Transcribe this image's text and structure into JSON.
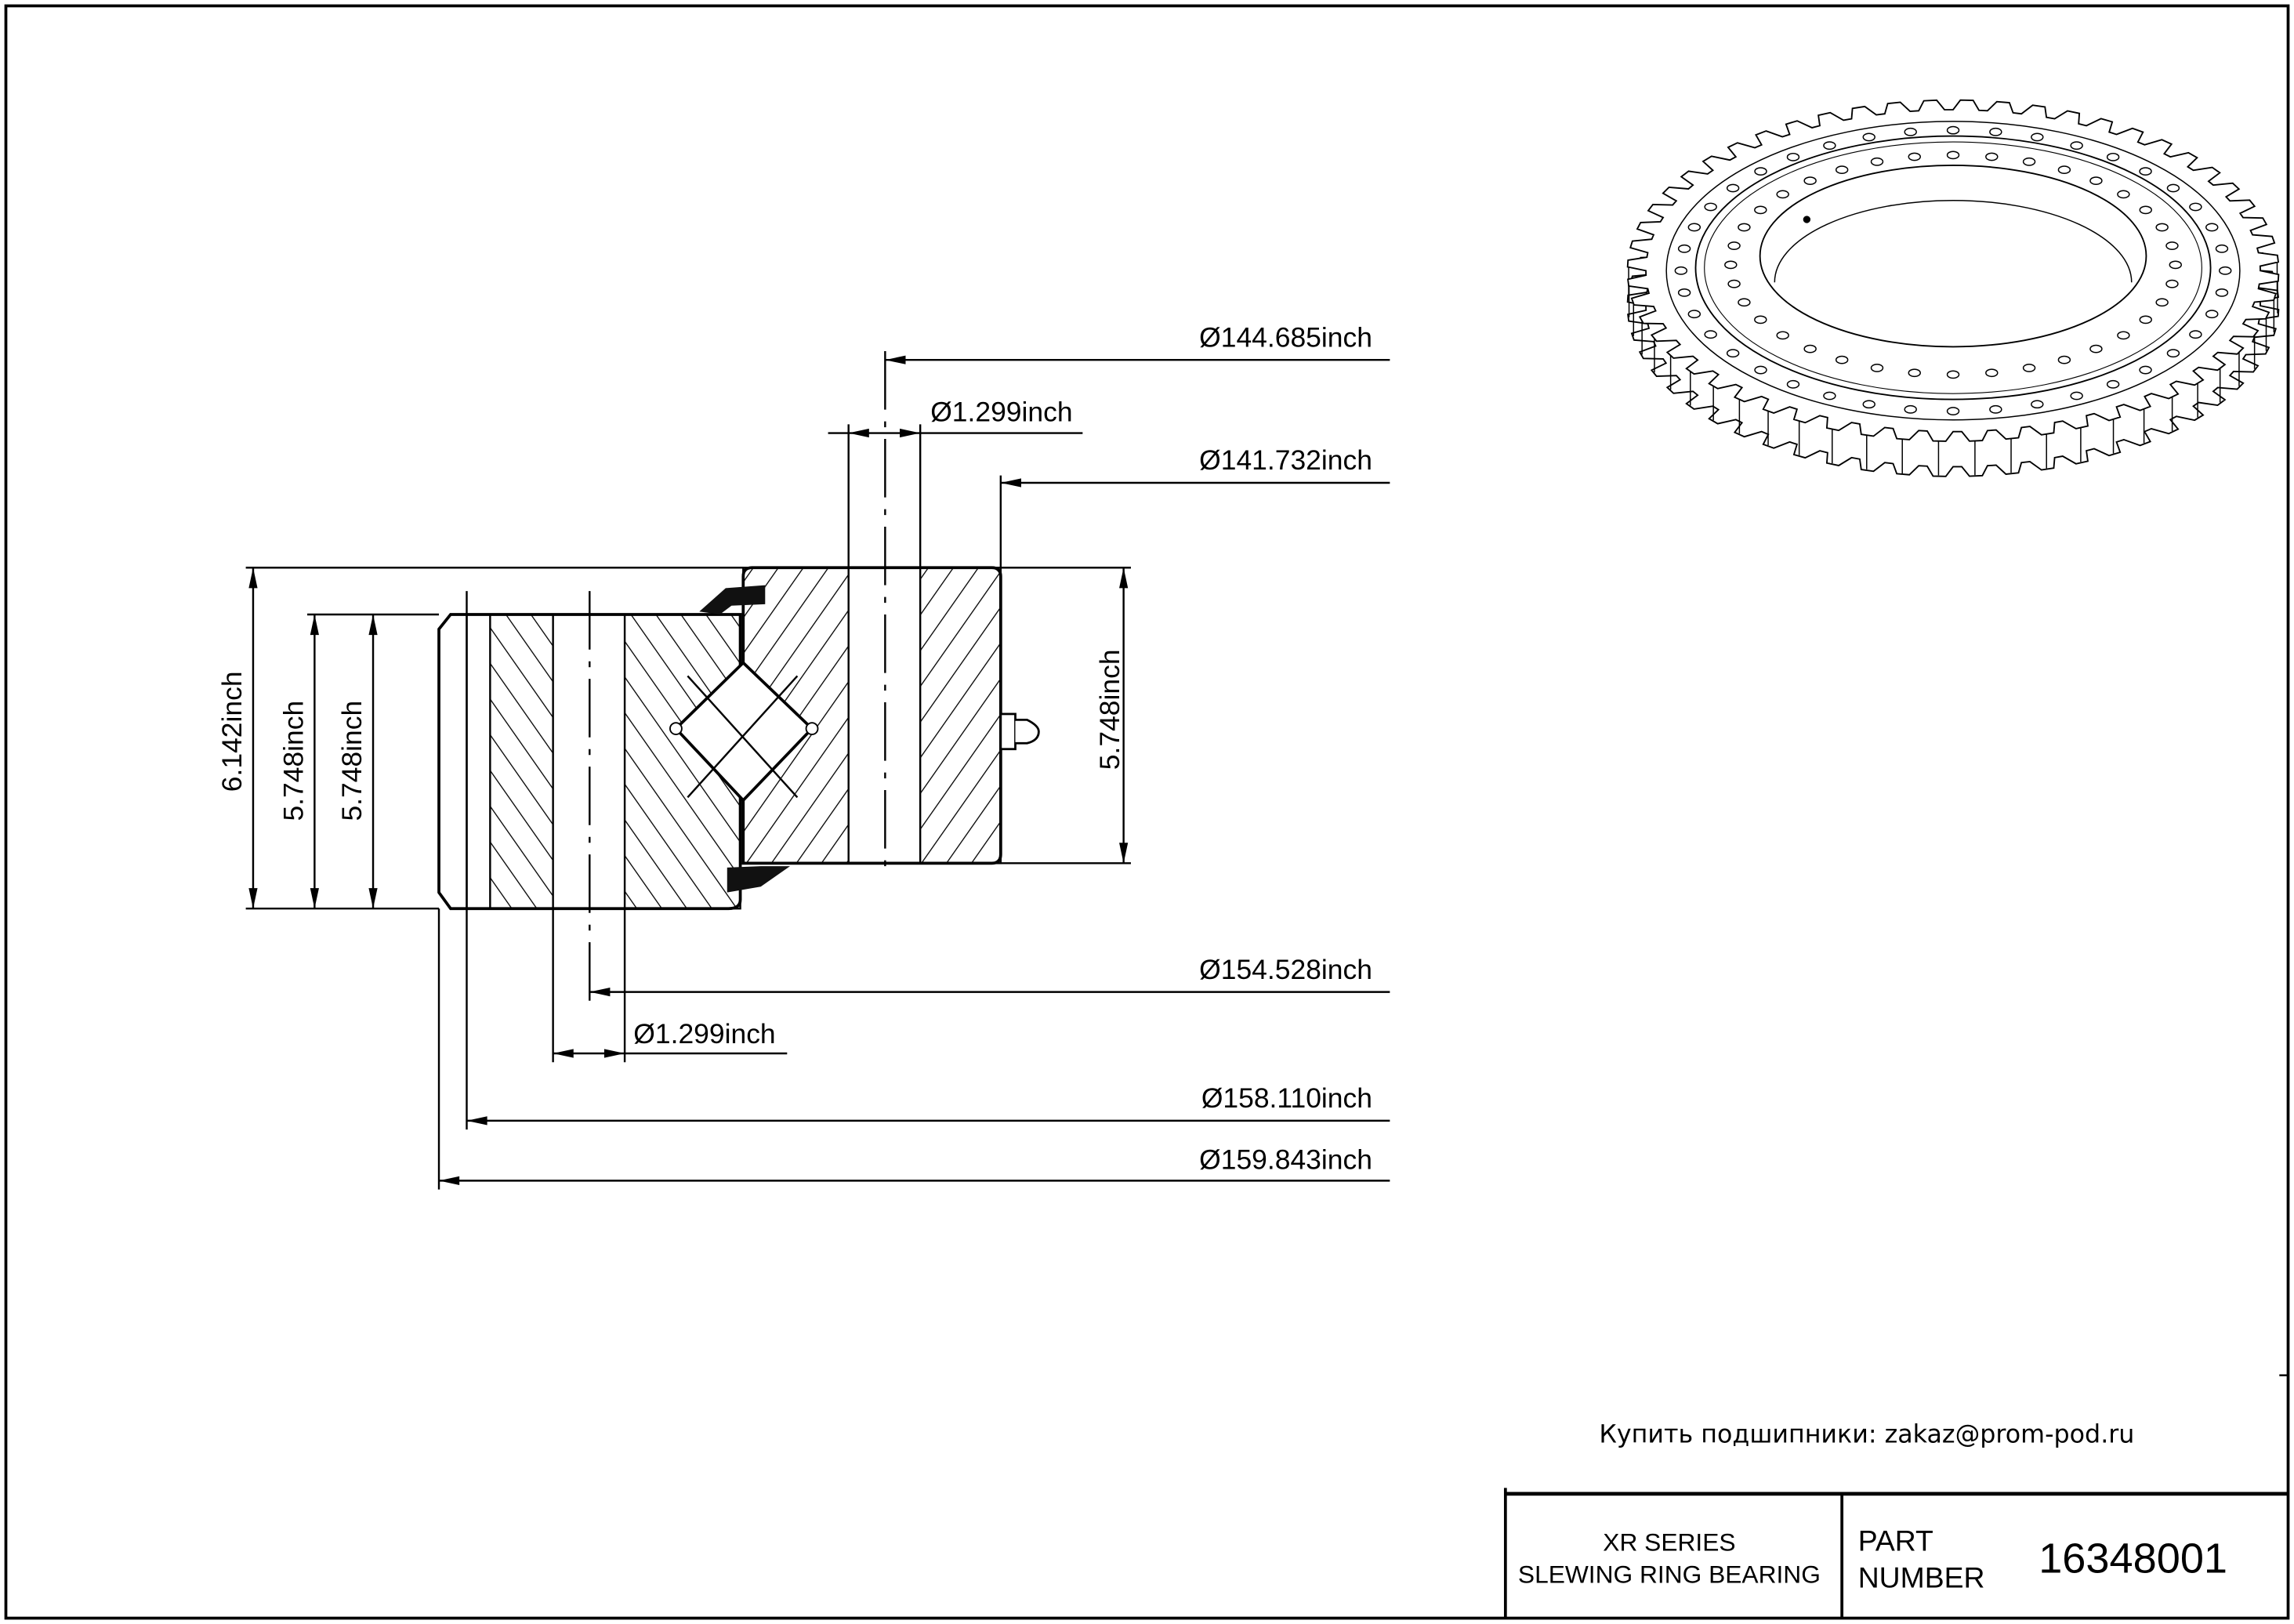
{
  "drawing": {
    "dimensions": {
      "height_total": "6.142inch",
      "height_inner_1": "5.748inch",
      "height_inner_2": "5.748inch",
      "height_outer": "5.748inch",
      "dia_144": "Ø144.685inch",
      "hole_top": "Ø1.299inch",
      "dia_141": "Ø141.732inch",
      "dia_154": "Ø154.528inch",
      "hole_bottom": "Ø1.299inch",
      "dia_158": "Ø158.110inch",
      "dia_159": "Ø159.843inch"
    },
    "contact": "Купить подшипники: zakaz@prom-pod.ru",
    "title_block": {
      "series": "XR SERIES",
      "type": "SLEWING RING BEARING",
      "part_label_1": "PART",
      "part_label_2": "NUMBER",
      "part_number": "16348001"
    }
  }
}
